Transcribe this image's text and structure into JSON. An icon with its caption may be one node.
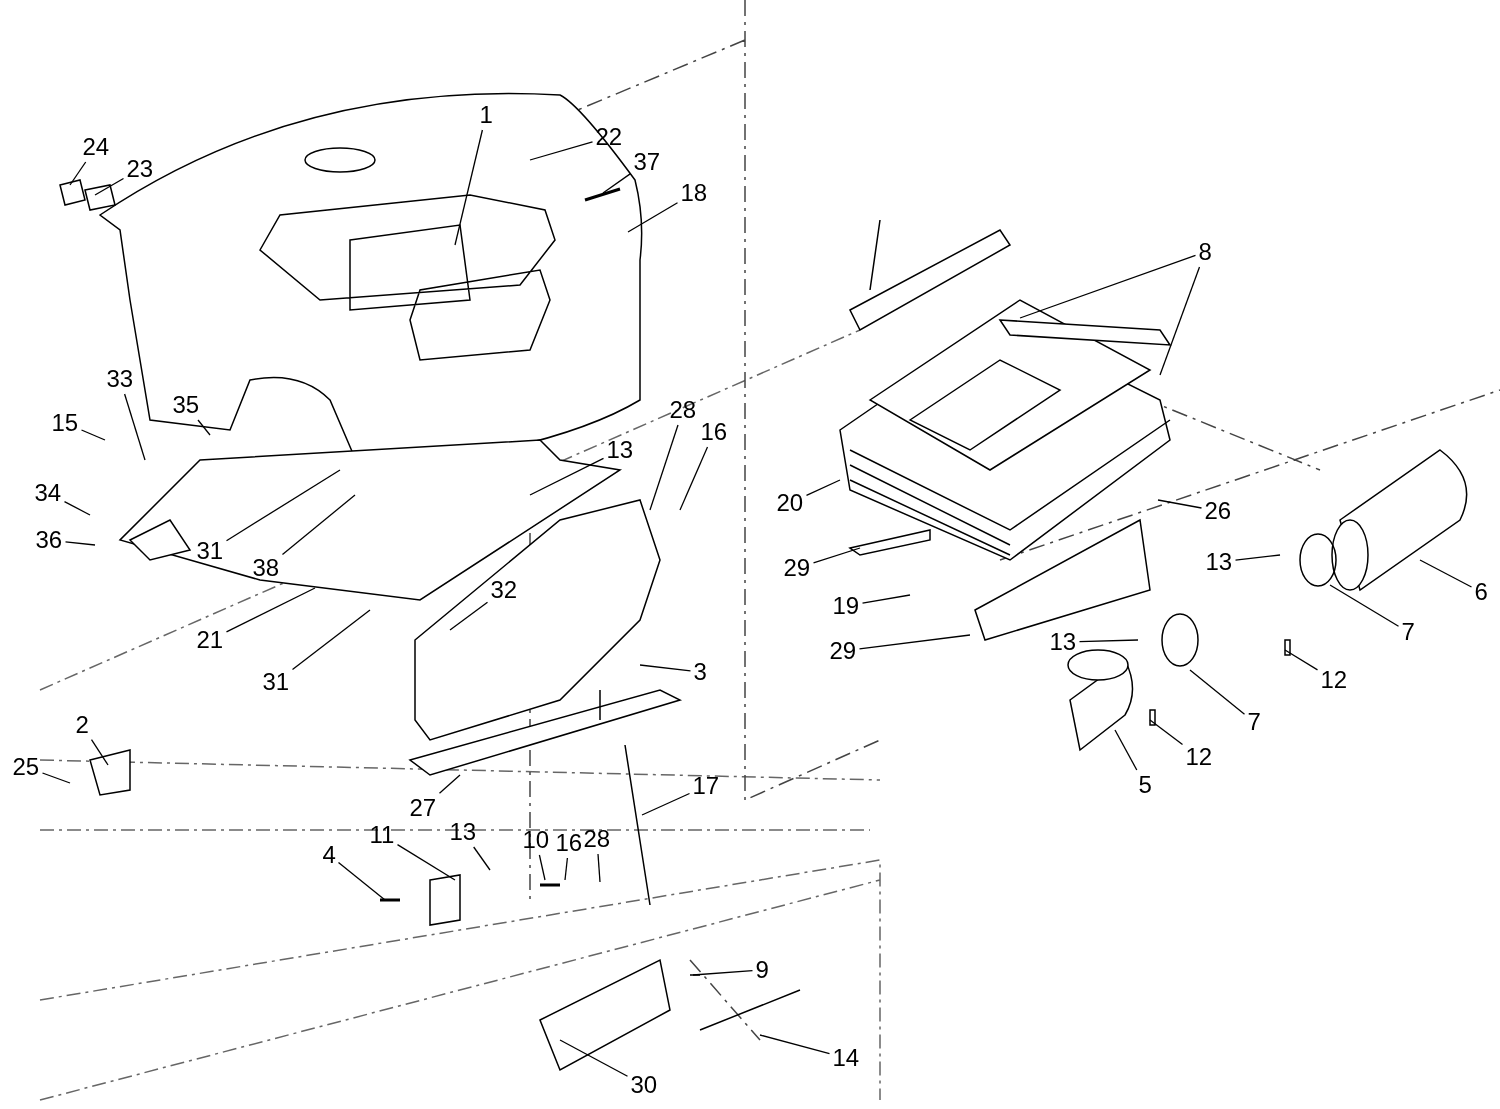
{
  "diagram": {
    "nodes": [
      {
        "text": [
          "1"
        ]
      },
      {
        "text": [
          "22"
        ]
      },
      {
        "text": [
          "24"
        ]
      },
      {
        "text": [
          "37"
        ]
      },
      {
        "text": [
          "23"
        ]
      },
      {
        "text": [
          "18"
        ]
      },
      {
        "text": [
          "8"
        ]
      },
      {
        "text": [
          "33"
        ]
      },
      {
        "text": [
          "35"
        ]
      },
      {
        "text": [
          "28"
        ]
      },
      {
        "text": [
          "15"
        ]
      },
      {
        "text": [
          "16"
        ]
      },
      {
        "text": [
          "13"
        ]
      },
      {
        "text": [
          "34"
        ]
      },
      {
        "text": [
          "20"
        ]
      },
      {
        "text": [
          "26"
        ]
      },
      {
        "text": [
          "36"
        ]
      },
      {
        "text": [
          "31"
        ]
      },
      {
        "text": [
          "13"
        ]
      },
      {
        "text": [
          "29"
        ]
      },
      {
        "text": [
          "38"
        ]
      },
      {
        "text": [
          "6"
        ]
      },
      {
        "text": [
          "32"
        ]
      },
      {
        "text": [
          "19"
        ]
      },
      {
        "text": [
          "7"
        ]
      },
      {
        "text": [
          "21"
        ]
      },
      {
        "text": [
          "13"
        ]
      },
      {
        "text": [
          "29"
        ]
      },
      {
        "text": [
          "3"
        ]
      },
      {
        "text": [
          "12"
        ]
      },
      {
        "text": [
          "31"
        ]
      },
      {
        "text": [
          "7"
        ]
      },
      {
        "text": [
          "2"
        ]
      },
      {
        "text": [
          "12"
        ]
      },
      {
        "text": [
          "25"
        ]
      },
      {
        "text": [
          "5"
        ]
      },
      {
        "text": [
          "17"
        ]
      },
      {
        "text": [
          "27"
        ]
      },
      {
        "text": [
          "11"
        ]
      },
      {
        "text": [
          "13"
        ]
      },
      {
        "text": [
          "10"
        ]
      },
      {
        "text": [
          "16"
        ]
      },
      {
        "text": [
          "28"
        ]
      },
      {
        "text": [
          "4"
        ]
      },
      {
        "text": [
          "9"
        ]
      },
      {
        "text": [
          "14"
        ]
      },
      {
        "text": [
          "30"
        ]
      }
    ],
    "edges": [
      {
        "from": 0,
        "to": null,
        "arrow": "none"
      },
      {
        "from": 1,
        "to": null,
        "arrow": "none"
      },
      {
        "from": 2,
        "to": null,
        "arrow": "none"
      },
      {
        "from": 3,
        "to": null,
        "arrow": "none"
      },
      {
        "from": 4,
        "to": null,
        "arrow": "none"
      },
      {
        "from": 5,
        "to": null,
        "arrow": "none"
      },
      {
        "from": 6,
        "to": null,
        "arrow": "none"
      },
      {
        "from": 6,
        "to": null,
        "arrow": "none"
      },
      {
        "from": 7,
        "to": null,
        "arrow": "none"
      },
      {
        "from": 8,
        "to": null,
        "arrow": "none"
      },
      {
        "from": 9,
        "to": null,
        "arrow": "none"
      },
      {
        "from": 10,
        "to": null,
        "arrow": "none"
      },
      {
        "from": 11,
        "to": null,
        "arrow": "none"
      },
      {
        "from": 12,
        "to": null,
        "arrow": "none"
      },
      {
        "from": 13,
        "to": null,
        "arrow": "none"
      },
      {
        "from": 14,
        "to": null,
        "arrow": "none"
      },
      {
        "from": 15,
        "to": null,
        "arrow": "none"
      },
      {
        "from": 16,
        "to": null,
        "arrow": "none"
      },
      {
        "from": 17,
        "to": null,
        "arrow": "none"
      },
      {
        "from": 18,
        "to": null,
        "arrow": "none"
      },
      {
        "from": 19,
        "to": null,
        "arrow": "none"
      },
      {
        "from": 20,
        "to": null,
        "arrow": "none"
      },
      {
        "from": 21,
        "to": null,
        "arrow": "none"
      },
      {
        "from": 22,
        "to": null,
        "arrow": "none"
      },
      {
        "from": 23,
        "to": null,
        "arrow": "none"
      },
      {
        "from": 24,
        "to": null,
        "arrow": "none"
      },
      {
        "from": 25,
        "to": null,
        "arrow": "none"
      },
      {
        "from": 26,
        "to": null,
        "arrow": "none"
      },
      {
        "from": 27,
        "to": null,
        "arrow": "none"
      },
      {
        "from": 28,
        "to": null,
        "arrow": "none"
      },
      {
        "from": 29,
        "to": null,
        "arrow": "none"
      },
      {
        "from": 30,
        "to": null,
        "arrow": "none"
      },
      {
        "from": 31,
        "to": null,
        "arrow": "none"
      },
      {
        "from": 32,
        "to": null,
        "arrow": "none"
      },
      {
        "from": 33,
        "to": null,
        "arrow": "none"
      },
      {
        "from": 34,
        "to": null,
        "arrow": "none"
      },
      {
        "from": 35,
        "to": null,
        "arrow": "none"
      },
      {
        "from": 36,
        "to": null,
        "arrow": "none"
      },
      {
        "from": 37,
        "to": null,
        "arrow": "none"
      },
      {
        "from": 38,
        "to": null,
        "arrow": "none"
      },
      {
        "from": 39,
        "to": null,
        "arrow": "none"
      },
      {
        "from": 40,
        "to": null,
        "arrow": "none"
      },
      {
        "from": 41,
        "to": null,
        "arrow": "none"
      },
      {
        "from": 42,
        "to": null,
        "arrow": "none"
      },
      {
        "from": 43,
        "to": null,
        "arrow": "none"
      },
      {
        "from": 44,
        "to": null,
        "arrow": "none"
      },
      {
        "from": 45,
        "to": null,
        "arrow": "none"
      },
      {
        "from": 46,
        "to": null,
        "arrow": "none"
      }
    ]
  }
}
